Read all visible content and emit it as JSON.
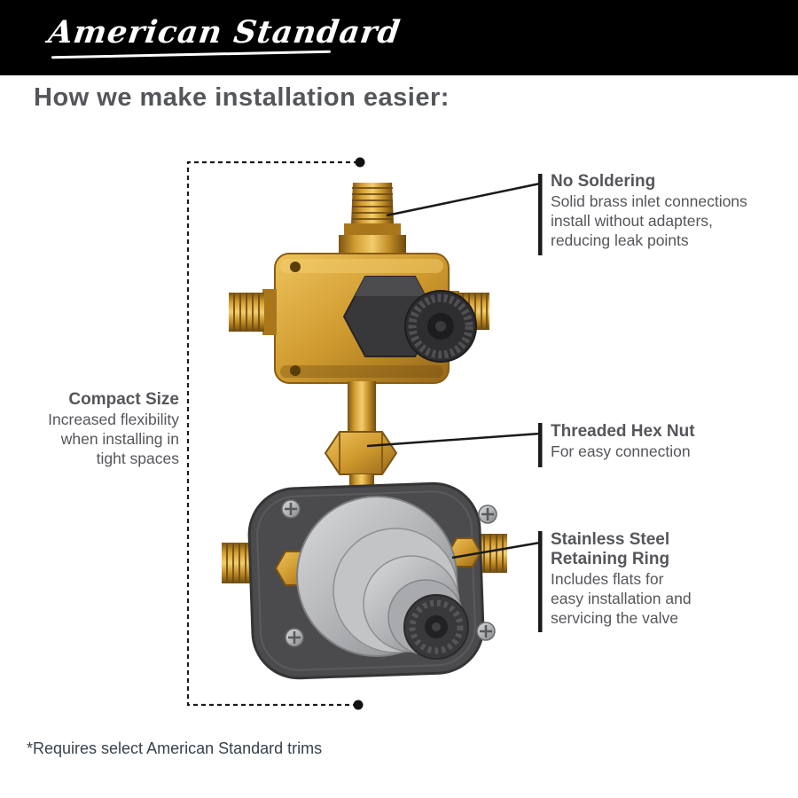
{
  "brand": {
    "logo_text": "American Standard"
  },
  "heading": "How we make installation easier:",
  "callouts": {
    "no_soldering": {
      "title": "No Soldering",
      "body": "Solid brass inlet connections\ninstall without adapters,\nreducing leak points"
    },
    "compact_size": {
      "title": "Compact Size",
      "body": "Increased flexibility\nwhen installing in\ntight spaces"
    },
    "threaded_hex_nut": {
      "title": "Threaded Hex Nut",
      "body": "For easy connection"
    },
    "retaining_ring": {
      "title": "Stainless Steel\nRetaining Ring",
      "body": "Includes flats for\neasy installation and\nservicing the valve"
    }
  },
  "footnote": "*Requires select American Standard trims",
  "colors": {
    "brass": "#cf9a2e",
    "brass_dark": "#7a5313",
    "dark_gray_text": "#54565a",
    "plate_gray": "#4b4b4d",
    "cartridge_gray": "#b3b4b7",
    "black": "#000000",
    "white": "#ffffff"
  }
}
